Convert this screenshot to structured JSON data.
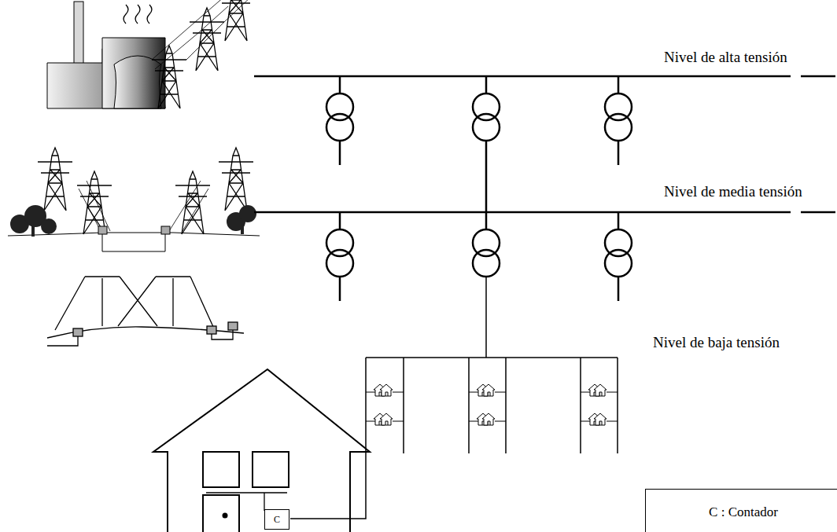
{
  "diagram": {
    "nodes": [
      {
        "text": [
          "C"
        ]
      },
      {
        "text": [
          "C : Contador"
        ]
      }
    ],
    "labels": [
      "Nivel de alta tensión",
      "Nivel de media tensión",
      "Nivel de baja tensión"
    ]
  }
}
